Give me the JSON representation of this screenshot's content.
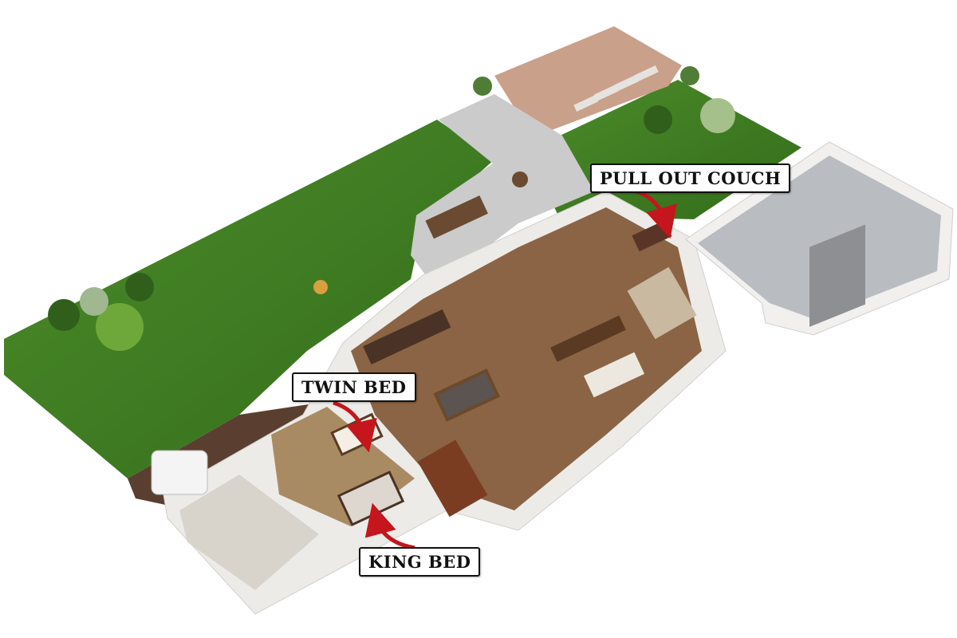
{
  "labels": {
    "pull_out_couch": "PULL OUT COUCH",
    "twin_bed": "TWIN BED",
    "king_bed": "KING BED"
  },
  "colors": {
    "lawn": "#3f7d22",
    "patio_pink": "#c9a08a",
    "walkway": "#c9c9c9",
    "wood_floor": "#8a6444",
    "carpet": "#a98b63",
    "garage_floor": "#b9bcc0",
    "walls": "#f3f1ee",
    "arrow": "#c4161c"
  }
}
